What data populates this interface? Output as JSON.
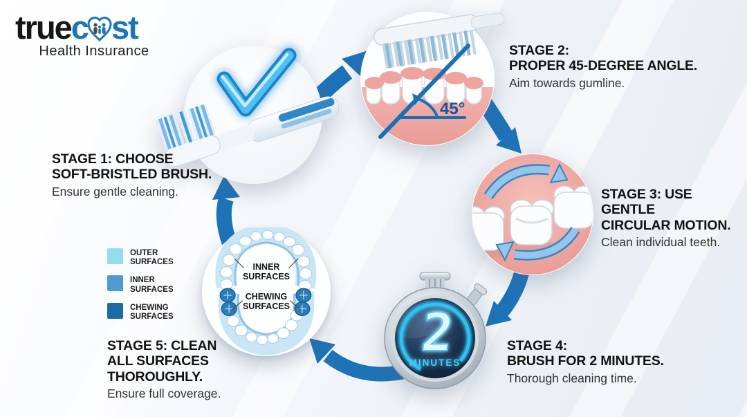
{
  "brand": {
    "word_black": "true",
    "word_blue_a": "c",
    "word_blue_b": "st",
    "tagline": "Health Insurance",
    "accent_blue": "#1b75bb"
  },
  "stages": {
    "s1": {
      "title": "STAGE 1: CHOOSE\nSOFT-BRISTLED BRUSH.",
      "subtitle": "Ensure gentle cleaning."
    },
    "s2": {
      "title": "STAGE 2:\nPROPER 45-DEGREE ANGLE.",
      "subtitle": "Aim towards gumline."
    },
    "s3": {
      "title": "STAGE 3: USE GENTLE\nCIRCULAR MOTION.",
      "subtitle": "Clean individual teeth."
    },
    "s4": {
      "title": "STAGE 4:\nBRUSH FOR 2 MINUTES.",
      "subtitle": "Thorough cleaning time."
    },
    "s5": {
      "title": "STAGE 5: CLEAN\nALL SURFACES\nTHOROUGHLY.",
      "subtitle": "Ensure full coverage."
    }
  },
  "legend": {
    "items": [
      {
        "label": "OUTER\nSURFACES",
        "color": "#96dbf6"
      },
      {
        "label": "INNER\nSURFACES",
        "color": "#4e9ad2"
      },
      {
        "label": "CHEWING\nSURFACES",
        "color": "#1d6ba6"
      }
    ]
  },
  "figures": {
    "angle_label": "45°",
    "timer_value": "2",
    "timer_unit": "MINUTES",
    "mouth_inner_label": "INNER\nSURFACES",
    "mouth_chewing_label": "CHEWING\nSURFACES"
  },
  "colors": {
    "arrow_blue": "#1e72b8",
    "checkmark_blue": "#2fa9e8",
    "gum_pink": "#efa6a3",
    "timer_cyan": "#3ac8f5",
    "background_tint": "#edf1f6"
  }
}
